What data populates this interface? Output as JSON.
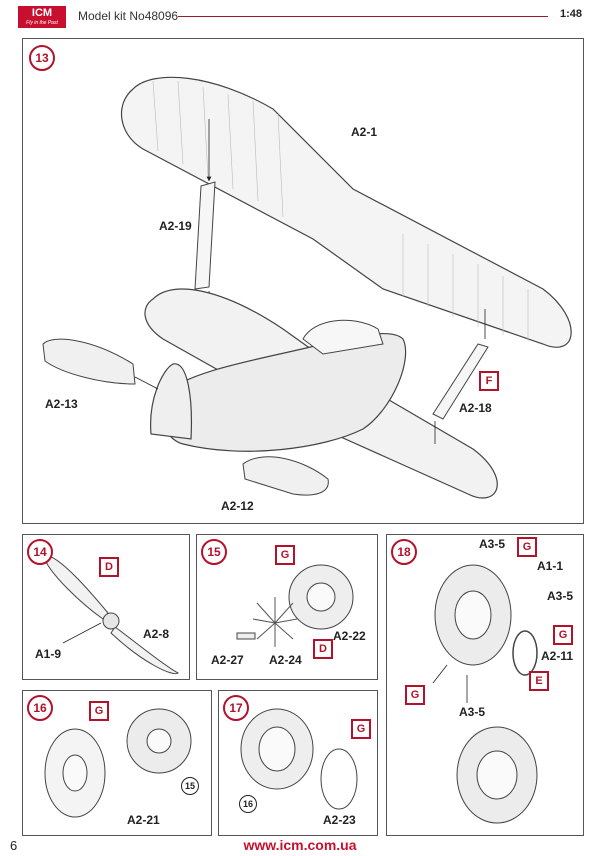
{
  "header": {
    "logo_text": "ICM",
    "logo_tagline": "Fly in the Past",
    "kit_label": "Model kit No48096",
    "scale": "1:48"
  },
  "steps": {
    "s13": {
      "number": "13",
      "flags": {
        "F": "F"
      },
      "parts": {
        "a2_1": "A2-1",
        "a2_19": "A2-19",
        "a2_13": "A2-13",
        "a2_18": "A2-18",
        "a2_12": "A2-12"
      }
    },
    "s14": {
      "number": "14",
      "flags": {
        "D": "D"
      },
      "parts": {
        "a1_9": "A1-9",
        "a2_8": "A2-8"
      }
    },
    "s15": {
      "number": "15",
      "flags": {
        "G": "G",
        "D": "D"
      },
      "parts": {
        "a2_22": "A2-22",
        "a2_27": "A2-27",
        "a2_24": "A2-24"
      }
    },
    "s16": {
      "number": "16",
      "flags": {
        "G": "G"
      },
      "ref": "15",
      "parts": {
        "a2_21": "A2-21"
      }
    },
    "s17": {
      "number": "17",
      "flags": {
        "G": "G"
      },
      "ref": "16",
      "parts": {
        "a2_23": "A2-23"
      }
    },
    "s18": {
      "number": "18",
      "flags": {
        "G1": "G",
        "G2": "G",
        "G3": "G",
        "E": "E"
      },
      "parts": {
        "a3_5a": "A3-5",
        "a1_1": "A1-1",
        "a3_5b": "A3-5",
        "a2_11": "A2-11",
        "a3_5c": "A3-5"
      }
    }
  },
  "footer": {
    "page_number": "6",
    "url": "www.icm.com.ua"
  }
}
